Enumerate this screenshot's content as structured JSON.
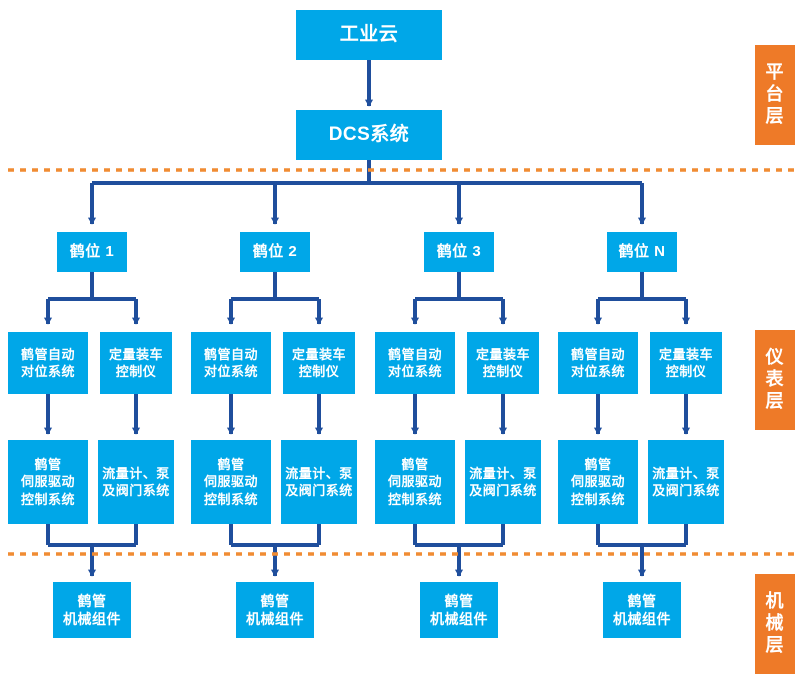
{
  "diagram": {
    "title_node": {
      "label": "工业云"
    },
    "dcs_node": {
      "label": "DCS系统"
    },
    "bays": [
      {
        "label": "鹤位 1"
      },
      {
        "label": "鹤位 2"
      },
      {
        "label": "鹤位 3"
      },
      {
        "label": "鹤位 N"
      }
    ],
    "instrument_labels": {
      "auto_align": "鹤管自动\n对位系统",
      "loading_ctrl": "定量装车\n控制仪"
    },
    "device_labels": {
      "servo": "鹤管\n伺服驱动\n控制系统",
      "flow": "流量计、泵\n及阀门系统"
    },
    "mechanical_label": "鹤管\n机械组件",
    "instruments": [
      {
        "label": "鹤管自动\n对位系统"
      },
      {
        "label": "定量装车\n控制仪"
      },
      {
        "label": "鹤管自动\n对位系统"
      },
      {
        "label": "定量装车\n控制仪"
      },
      {
        "label": "鹤管自动\n对位系统"
      },
      {
        "label": "定量装车\n控制仪"
      },
      {
        "label": "鹤管自动\n对位系统"
      },
      {
        "label": "定量装车\n控制仪"
      }
    ],
    "devices": [
      {
        "label": "鹤管\n伺服驱动\n控制系统"
      },
      {
        "label": "流量计、泵\n及阀门系统"
      },
      {
        "label": "鹤管\n伺服驱动\n控制系统"
      },
      {
        "label": "流量计、泵\n及阀门系统"
      },
      {
        "label": "鹤管\n伺服驱动\n控制系统"
      },
      {
        "label": "流量计、泵\n及阀门系统"
      },
      {
        "label": "鹤管\n伺服驱动\n控制系统"
      },
      {
        "label": "流量计、泵\n及阀门系统"
      }
    ],
    "mechanical": [
      {
        "label": "鹤管\n机械组件"
      },
      {
        "label": "鹤管\n机械组件"
      },
      {
        "label": "鹤管\n机械组件"
      },
      {
        "label": "鹤管\n机械组件"
      }
    ],
    "layers": [
      {
        "label": "平\n台\n层"
      },
      {
        "label": "仪\n表\n层"
      },
      {
        "label": "机\n械\n层"
      }
    ],
    "colors": {
      "node_blue": "#00a7e8",
      "connector_blue": "#1f4e9c",
      "layer_orange": "#ee7a28",
      "divider_orange": "#f08c33",
      "text_white": "#ffffff",
      "background": "#ffffff"
    }
  }
}
